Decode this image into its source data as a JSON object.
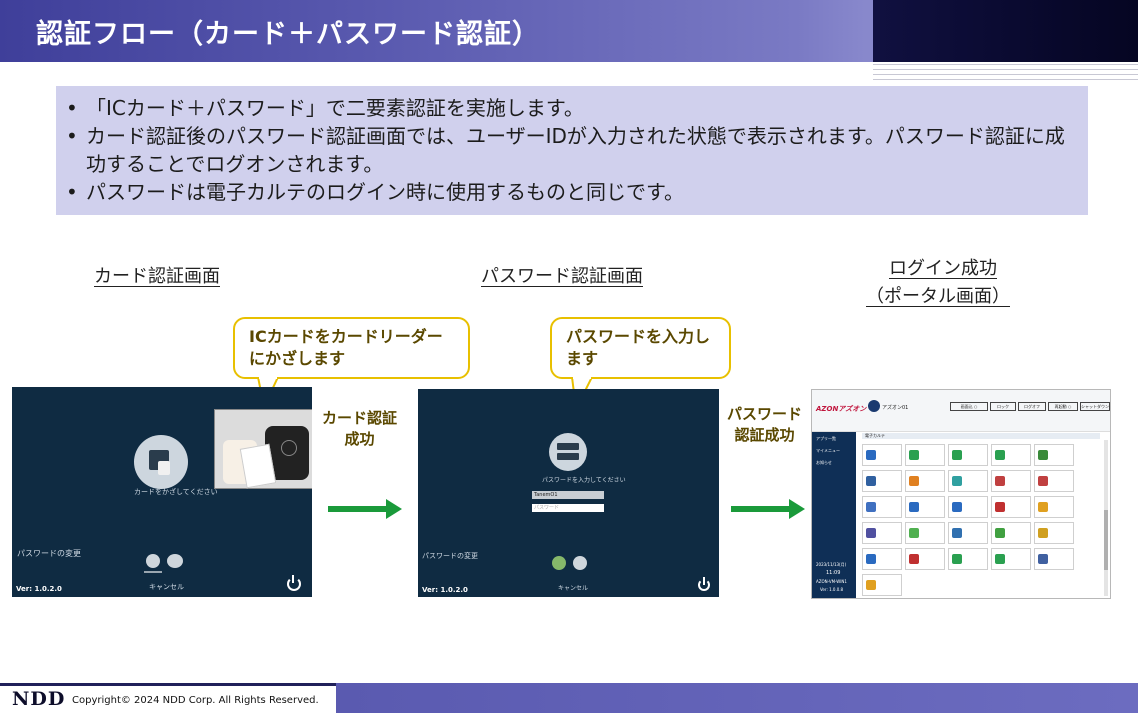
{
  "slide": {
    "title": "認証フロー（カード＋パスワード認証）",
    "bullets": [
      "「ICカード＋パスワード」で二要素認証を実施します。",
      "カード認証後のパスワード認証画面では、ユーザーIDが入力された状態で表示されます。パスワード認証に成功することでログオンされます。",
      "パスワードは電子カルテのログイン時に使用するものと同じです。"
    ]
  },
  "sections": {
    "card": "カード認証画面",
    "password": "パスワード認証画面",
    "portal_line1": "ログイン成功",
    "portal_line2": "（ポータル画面）"
  },
  "callouts": {
    "card": "ICカードをカードリーダーにかざします",
    "password": "パスワードを入力します"
  },
  "steps": {
    "card_success_line1": "カード認証",
    "card_success_line2": "成功",
    "password_success_line1": "パスワード",
    "password_success_line2": "認証成功"
  },
  "card_screen": {
    "prompt": "カードをかざしてください",
    "change_password": "パスワードの変更",
    "cancel": "キャンセル",
    "version": "Ver: 1.0.2.0"
  },
  "password_screen": {
    "prompt": "パスワードを入力してください",
    "userid_value": "TanemO1",
    "password_placeholder": "パスワード",
    "change_password": "パスワードの変更",
    "cancel": "キャンセル",
    "version": "Ver: 1.0.2.0"
  },
  "portal": {
    "logo": "AZONアズオン",
    "user": "アズオン01",
    "buttons": [
      "画面込 ○",
      "ロック",
      "ログオフ",
      "再起動 ○",
      "シャットダウン"
    ],
    "sidebar": [
      "アプリ一覧",
      "マイメニュー",
      "お知らせ"
    ],
    "section": "電子カルテ",
    "date": "2023/11/13(月)",
    "time": "11:09",
    "host": "AZON-VM-WIN1",
    "ver": "Ver: 1.0.0.8"
  },
  "footer": {
    "logo": "NDD",
    "copyright": "Copyright© 2024 NDD Corp. All Rights Reserved."
  },
  "colors": {
    "accent_green": "#1a9a3a",
    "callout_border": "#e8c000",
    "screen_bg": "#0f2b42",
    "panel_bg": "#d0d0ed"
  }
}
